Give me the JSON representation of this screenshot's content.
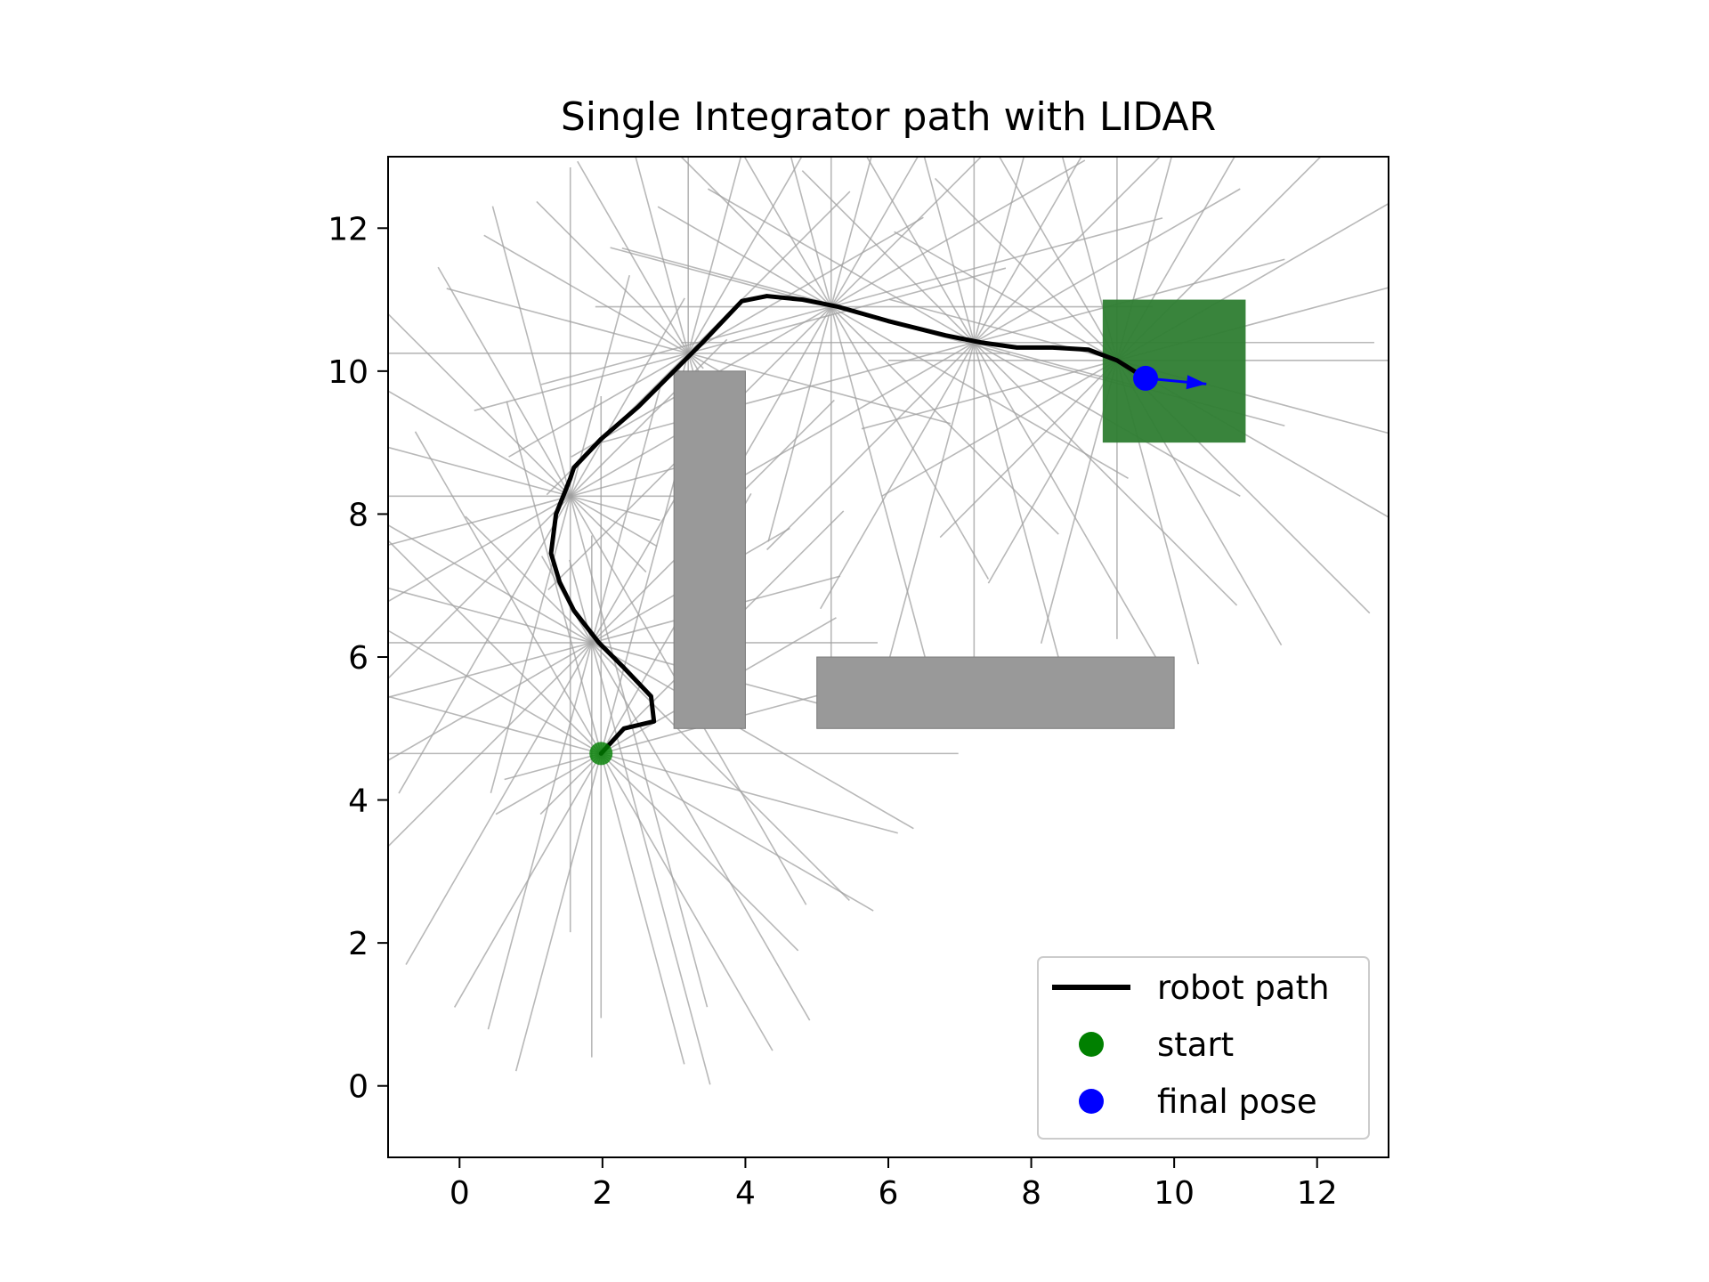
{
  "chart_data": {
    "type": "line",
    "title": "Single Integrator path with LIDAR",
    "xlabel": "",
    "ylabel": "",
    "xlim": [
      -1,
      13
    ],
    "ylim": [
      -1,
      13
    ],
    "x_ticks": [
      "0",
      "2",
      "4",
      "6",
      "8",
      "10",
      "12"
    ],
    "y_ticks": [
      "0",
      "2",
      "4",
      "6",
      "8",
      "10",
      "12"
    ],
    "x_tick_values": [
      0,
      2,
      4,
      6,
      8,
      10,
      12
    ],
    "y_tick_values": [
      0,
      2,
      4,
      6,
      8,
      10,
      12
    ],
    "grid": false,
    "legend_position": "lower-right",
    "colors": {
      "path": "#000000",
      "start": "#008000",
      "final_pose": "#0000ff",
      "obstacle": "#999999",
      "goal_region": "#2e7d32",
      "lidar": "#a0a0a0"
    },
    "obstacles": [
      {
        "x": [
          3,
          4
        ],
        "y": [
          5,
          10
        ]
      },
      {
        "x": [
          5,
          10
        ],
        "y": [
          5,
          6
        ]
      }
    ],
    "goal_region": {
      "x": [
        9,
        11
      ],
      "y": [
        9,
        11
      ]
    },
    "series": [
      {
        "name": "robot path",
        "x": [
          1.98,
          2.3,
          2.72,
          2.68,
          2.3,
          1.95,
          1.6,
          1.4,
          1.28,
          1.35,
          1.55,
          1.6,
          1.98,
          2.5,
          3.0,
          3.4,
          3.95,
          4.3,
          4.8,
          5.3,
          6.0,
          6.8,
          7.3,
          7.8,
          8.3,
          8.8,
          9.2,
          9.6
        ],
        "y": [
          4.65,
          5.0,
          5.1,
          5.45,
          5.85,
          6.2,
          6.65,
          7.05,
          7.45,
          8.0,
          8.5,
          8.65,
          9.05,
          9.5,
          10.0,
          10.4,
          10.98,
          11.05,
          11.0,
          10.9,
          10.7,
          10.5,
          10.4,
          10.33,
          10.33,
          10.3,
          10.15,
          9.9
        ]
      }
    ],
    "lidar_scans": [
      {
        "x": 1.98,
        "y": 4.65,
        "ranges": [
          5,
          4,
          3.8,
          4.8,
          4.2,
          4.6,
          5,
          5.1,
          5.2,
          4.9,
          5.3,
          5.6,
          5.1,
          1.4,
          1.7,
          1.2,
          4.1,
          4.6,
          3.7,
          4.5,
          4.8,
          3.9,
          4.4,
          4.3
        ]
      },
      {
        "x": 1.85,
        "y": 6.2,
        "ranges": [
          4,
          3.6,
          3.2,
          4.8,
          4.1,
          3.7,
          1.5,
          1.2,
          1.4,
          2.5,
          3.8,
          4.4,
          5.2,
          5.6,
          4.2,
          4.8,
          5.2,
          5.6,
          5.8,
          6.4,
          6.1,
          5.1,
          5.2,
          4.6
        ]
      },
      {
        "x": 1.55,
        "y": 8.25,
        "ranges": [
          1.5,
          1.6,
          1.8,
          3.1,
          3.2,
          3.2,
          4.6,
          4.2,
          3.7,
          4.9,
          4.1,
          3.6,
          3.7,
          4.4,
          4.6,
          5.1,
          4.8,
          4.3,
          6.1,
          7.4,
          6.6,
          1.5,
          1.4,
          1.3
        ]
      },
      {
        "x": 3.2,
        "y": 10.25,
        "ranges": [
          4.5,
          4.6,
          3.8,
          3.2,
          3.6,
          3.0,
          3.1,
          3.2,
          3.1,
          3.0,
          3.3,
          3.5,
          4.3,
          3.1,
          2.9,
          2.8,
          0.3,
          0.3,
          0.3,
          0.8,
          0.4,
          0.3,
          0.9,
          3.8
        ]
      },
      {
        "x": 5.2,
        "y": 10.9,
        "ranges": [
          4.5,
          4.8,
          4.1,
          3.2,
          2.5,
          2.3,
          2.1,
          2.3,
          2.5,
          3.3,
          2.8,
          3.2,
          3.3,
          4.2,
          4.2,
          5.6,
          4.3,
          3.4,
          4.9,
          5.3,
          4.4,
          4.5,
          4.8,
          4.4
        ]
      },
      {
        "x": 7.2,
        "y": 10.4,
        "ranges": [
          5.6,
          4.5,
          4.3,
          4.0,
          3.3,
          3.1,
          2.6,
          2.8,
          3.1,
          3.4,
          4.3,
          5.1,
          4.1,
          5.5,
          4.6,
          4.1,
          4.3,
          5.2,
          4.4,
          4.9,
          5.3,
          5.2,
          4.3,
          4.5
        ]
      },
      {
        "x": 9.2,
        "y": 10.15,
        "ranges": [
          5.0,
          4.9,
          5.3,
          5.2,
          5.5,
          4.3,
          4.0,
          3.0,
          3.3,
          3.6,
          3.6,
          3.3,
          3.2,
          3.7,
          3.8,
          3.5,
          3.6,
          4.1,
          3.9,
          4.4,
          4.6,
          5.0,
          4.5,
          5.2
        ]
      }
    ],
    "start": {
      "x": 1.98,
      "y": 4.65
    },
    "final_pose": {
      "x": 9.6,
      "y": 9.9,
      "heading_dx": 0.85,
      "heading_dy": -0.08
    },
    "legend": [
      {
        "label": "robot path",
        "marker": "line",
        "color": "#000000"
      },
      {
        "label": "start",
        "marker": "dot",
        "color": "#008000"
      },
      {
        "label": "final pose",
        "marker": "dot",
        "color": "#0000ff"
      }
    ]
  }
}
